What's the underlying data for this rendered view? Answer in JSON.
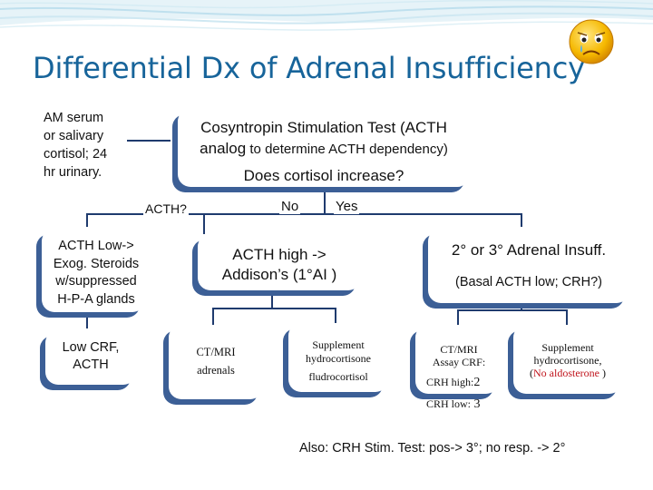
{
  "title": "Differential Dx of Adrenal Insufficiency",
  "icons": {
    "face": "sad-face-icon"
  },
  "colors": {
    "title": "#17649a",
    "box_shadow": "#3c5f96",
    "wave": "#bfe0ee",
    "highlight": "#c0141c"
  },
  "boxes": {
    "am_note": [
      "AM serum",
      "or salivary",
      "cortisol; 24",
      "hr urinary."
    ],
    "cosyntropin": {
      "line1": "Cosyntropin Stimulation Test (ACTH",
      "line2a": "analog",
      "line2b": " to determine ACTH dependency)",
      "question": "Does cortisol increase?"
    },
    "acth_low": [
      "ACTH Low->",
      "Exog. Steroids",
      "w/suppressed",
      "H-P-A glands"
    ],
    "acth_high": [
      "ACTH high ->",
      "Addison’s (1°AI )"
    ],
    "secondary": {
      "title": "2° or 3° Adrenal Insuff.",
      "sub": "(Basal ACTH low; CRH?)"
    },
    "low_crf": [
      "Low CRF,",
      "ACTH"
    ],
    "ct_adrenals": [
      "CT/MRI",
      "adrenals"
    ],
    "supplement_fludro": [
      "Supplement",
      "hydrocortisone",
      "fludrocortisol"
    ],
    "ct_crf": {
      "line1": "CT/MRI",
      "line2": "Assay CRF:",
      "line3a": "CRH high:",
      "line3b": "2",
      "line4a": "CRH low:",
      "line4b": " 3"
    },
    "supplement_hc": {
      "line1": "Supplement",
      "line2": "hydrocortisone,",
      "line3a": "(",
      "line3b": "No aldosterone",
      "line3c": " )"
    }
  },
  "labels": {
    "acth": "ACTH?",
    "no": "No",
    "yes": "Yes"
  },
  "footer": "Also:  CRH Stim. Test:  pos-> 3°; no resp. -> 2°"
}
